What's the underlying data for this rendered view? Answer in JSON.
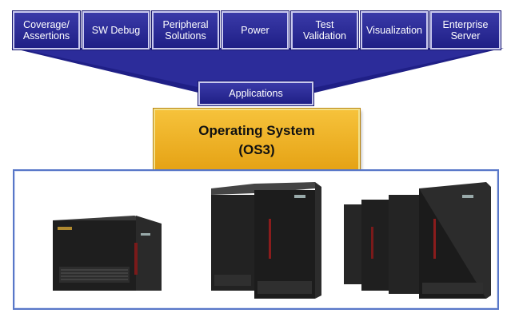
{
  "applications_row": [
    {
      "label": "Coverage/\nAssertions",
      "name": "coverage-assertions"
    },
    {
      "label": "SW Debug",
      "name": "sw-debug"
    },
    {
      "label": "Peripheral\nSolutions",
      "name": "peripheral-solutions"
    },
    {
      "label": "Power",
      "name": "power"
    },
    {
      "label": "Test\nValidation",
      "name": "test-validation"
    },
    {
      "label": "Visualization",
      "name": "visualization"
    },
    {
      "label": "Enterprise\nServer",
      "name": "enterprise-server"
    }
  ],
  "applications_label": "Applications",
  "os": {
    "line1": "Operating System",
    "line2": "(OS3)"
  },
  "hardware": {
    "items": [
      "small-emulator-unit",
      "dual-cabinet-system",
      "quad-cabinet-system"
    ]
  },
  "colors": {
    "app_blue": "#2b2b98",
    "os_gold": "#f0b52a",
    "frame_blue": "#5877c8"
  }
}
